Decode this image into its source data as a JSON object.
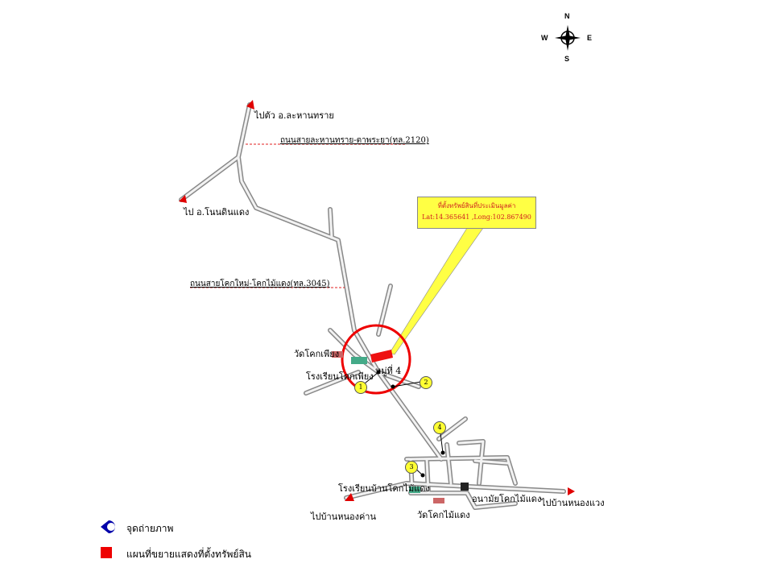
{
  "compass": {
    "n": "N",
    "s": "S",
    "e": "E",
    "w": "W"
  },
  "places": {
    "to_lahan_sai": "ไปตัว อ.ละหานทราย",
    "to_non_din_daeng": "ไป อ.โนนดินแดง",
    "wat_khok_phiang": "วัดโคกเพียง",
    "school_khok_phiang": "โรงเรียนโคกเพียง",
    "moo4": "หมู่ที่ 4",
    "school_ban_khok_mai_daeng": "โรงเรียนบ้านโคกไม้แดง",
    "health_station": "อนามัยโคกไม้แดง",
    "wat_khok_mai_daeng": "วัดโคกไม้แดง",
    "to_nong_khan": "ไปบ้านหนองค่าน",
    "to_nong_waeng": "ไปบ้านหนองแวง"
  },
  "roads": {
    "road_2120": "ถนนสายละหานทราย-ตาพระยา(ทล.2120)",
    "road_3045": "ถนนสายโคกใหม่-โคกไม้แดง(ทล.3045)"
  },
  "callout": {
    "line1": "ที่ตั้งทรัพย์สินที่ประเมินมูลค่า",
    "line2": "Lat:14.365641 ,Long:102.867490"
  },
  "photo_points": [
    "1",
    "2",
    "3",
    "4"
  ],
  "legend": {
    "photo_point": "จุดถ่ายภาพ",
    "property_map": "แผนที่ขยายแสดงที่ตั้งทรัพย์สิน"
  },
  "colors": {
    "accent": "#ff0000",
    "callout": "#ffff44",
    "marker": "#ffff33"
  }
}
